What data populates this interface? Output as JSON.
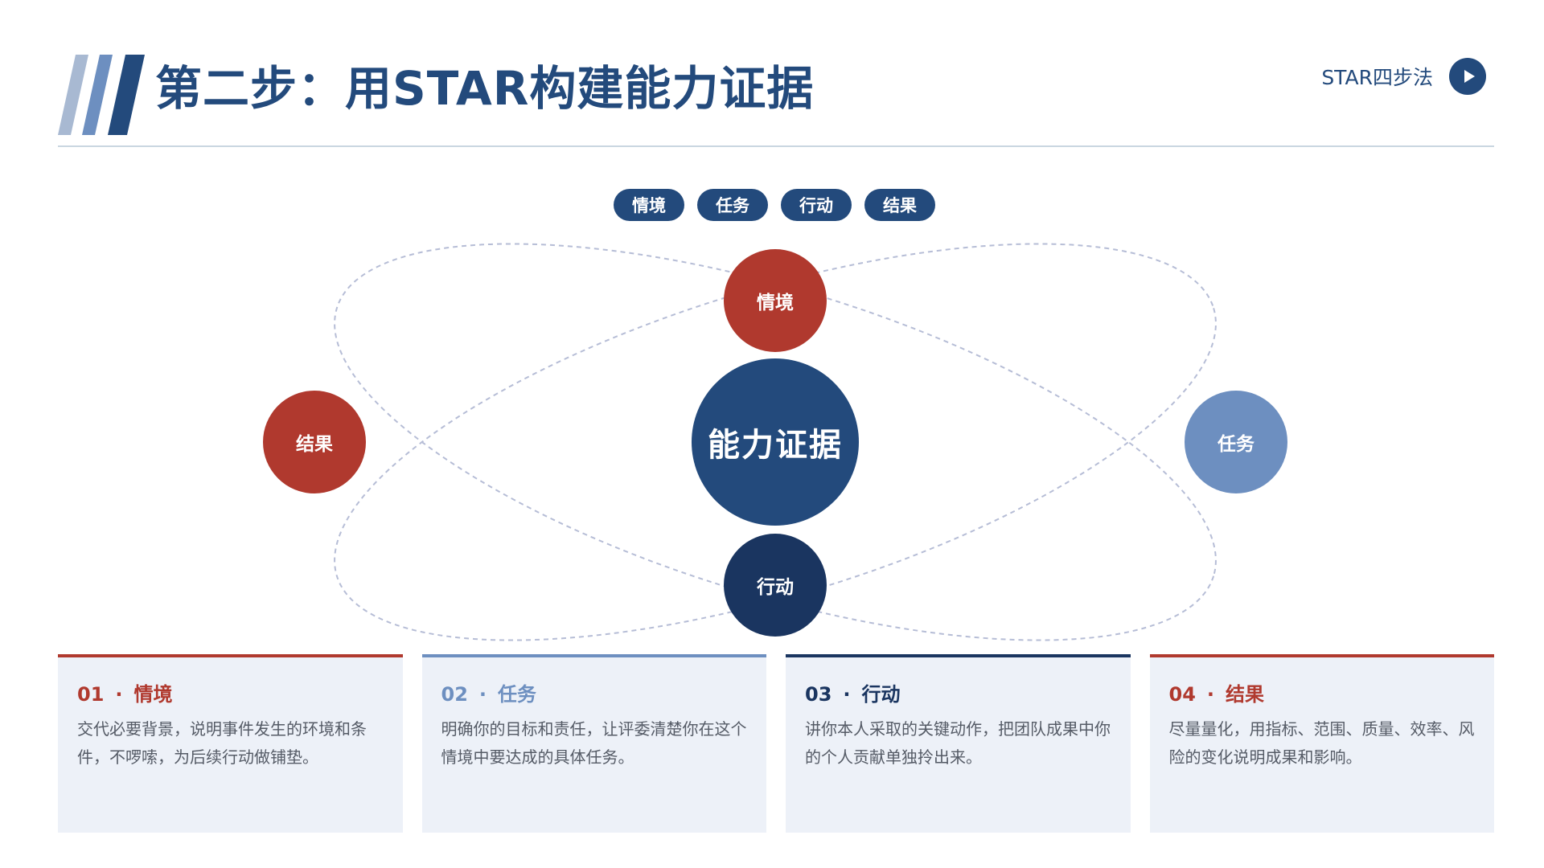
{
  "header": {
    "title": "第二步：用STAR构建能力证据",
    "top_right_label": "STAR四步法"
  },
  "pills": [
    "情境",
    "任务",
    "行动",
    "结果"
  ],
  "diagram": {
    "center_label": "能力证据",
    "nodes": {
      "top": "情境",
      "right": "任务",
      "bottom": "行动",
      "left": "结果"
    }
  },
  "cards": [
    {
      "number": "01",
      "separator": "·",
      "title": "情境",
      "text": "交代必要背景，说明事件发生的环境和条件，不啰嗦，为后续行动做铺垫。"
    },
    {
      "number": "02",
      "separator": "·",
      "title": "任务",
      "text": "明确你的目标和责任，让评委清楚你在这个情境中要达成的具体任务。"
    },
    {
      "number": "03",
      "separator": "·",
      "title": "行动",
      "text": "讲你本人采取的关键动作，把团队成果中你的个人贡献单独拎出来。"
    },
    {
      "number": "04",
      "separator": "·",
      "title": "结果",
      "text": "尽量量化，用指标、范围、质量、效率、风险的变化说明成果和影响。"
    }
  ],
  "colors": {
    "navy": "#234a7c",
    "dark_navy": "#1a3560",
    "red": "#b0392e",
    "light_blue": "#6d8fc0",
    "card_bg": "#edf1f8"
  },
  "icons": [
    "slash-stripes-icon",
    "play-icon"
  ]
}
